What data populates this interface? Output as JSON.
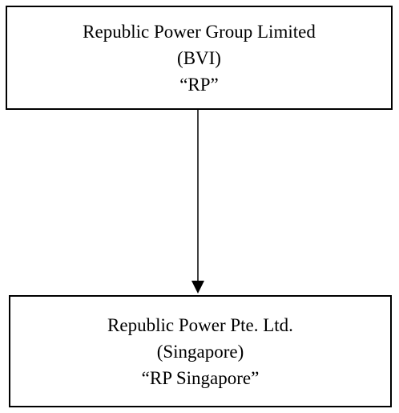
{
  "diagram": {
    "parent": {
      "name": "Republic Power Group Limited",
      "jurisdiction": "(BVI)",
      "short_name": "“RP”"
    },
    "child": {
      "name": "Republic Power Pte. Ltd.",
      "jurisdiction": "(Singapore)",
      "short_name": "“RP Singapore”"
    },
    "relationship": {
      "from": "parent",
      "to": "child",
      "type": "ownership-arrow"
    }
  }
}
